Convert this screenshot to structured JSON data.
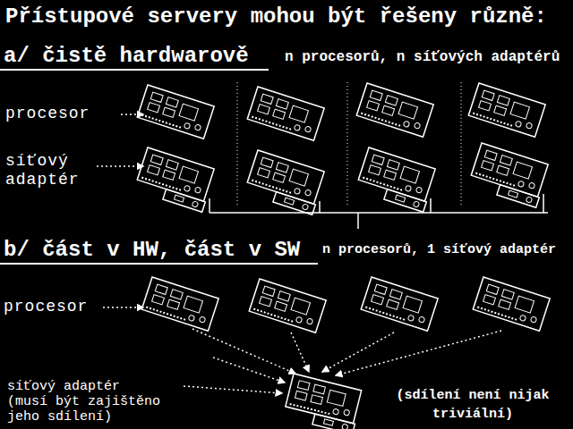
{
  "diagram": {
    "title": "Přístupové servery mohou být řešeny různě:",
    "labels": [
      "a/ čistě hardwarově",
      "n procesorů, n síťových adaptérů",
      "procesor",
      "síťový adaptér",
      "b/ část v HW, část v SW",
      "n procesorů, 1 síťový adaptér",
      "procesor",
      "síťový adaptér (musí být zajištěno jeho sdílení)",
      "(sdílení není nijak triviální)"
    ]
  }
}
